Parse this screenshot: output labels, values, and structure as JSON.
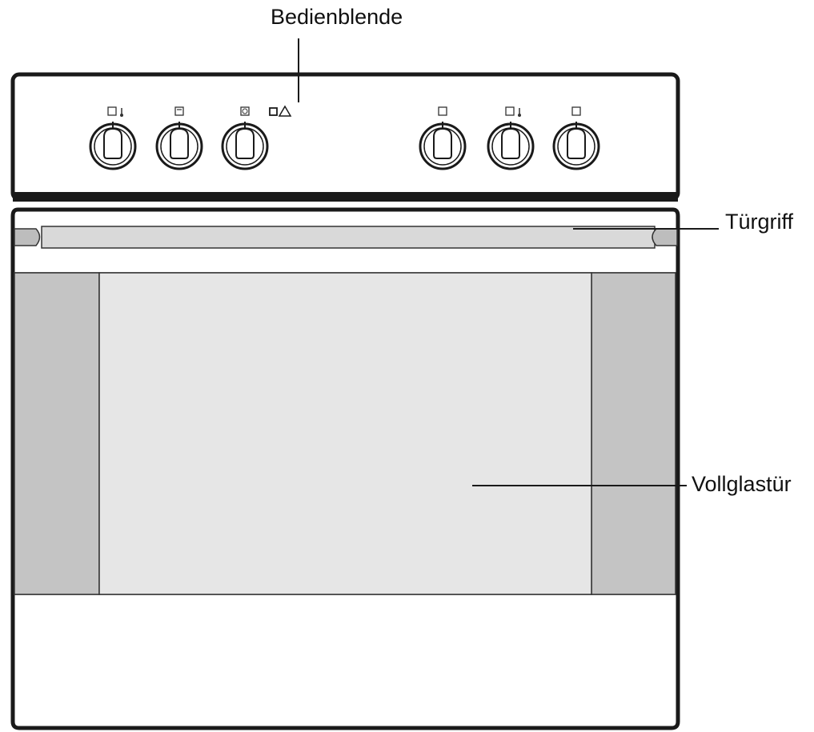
{
  "labels": {
    "control_panel": "Bedienblende",
    "door_handle": "Türgriff",
    "glass_door": "Vollglastür"
  },
  "knobs": {
    "left_group": [
      {
        "icon": "oven-temperature-icon"
      },
      {
        "icon": "oven-function-icon"
      },
      {
        "icon": "timer-icon"
      }
    ],
    "right_group": [
      {
        "icon": "hotplate-icon"
      },
      {
        "icon": "hotplate-temperature-icon"
      },
      {
        "icon": "hotplate-icon"
      }
    ]
  },
  "indicators": [
    {
      "icon": "power-indicator-icon"
    },
    {
      "icon": "warning-triangle-icon"
    }
  ],
  "colors": {
    "outline": "#1a1a1a",
    "glass": "#e6e6e6",
    "side_panel": "#c4c4c4",
    "handle": "#d9d9d9",
    "background": "#ffffff"
  }
}
